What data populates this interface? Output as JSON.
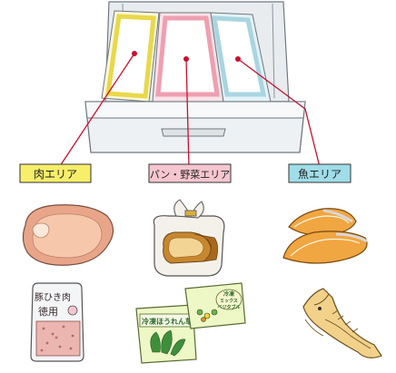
{
  "labels": {
    "meat": "肉エリア",
    "bread_veg": "パン・野菜エリア",
    "fish": "魚エリア"
  },
  "packages": {
    "pork_line1": "豚ひき肉",
    "pork_line2": "徳用",
    "veg_bag": "冷凍ほうれん草",
    "small_pack_line1": "冷凍",
    "small_pack_line2": "ミックス",
    "small_pack_line3": "ベジタブル"
  },
  "colors": {
    "meat_label": "#f7ee6a",
    "bread_label": "#f6c6cf",
    "fish_label": "#9fdde8",
    "pin": "#c8102e",
    "slot_yellow": "#f2e66a",
    "slot_pink": "#f0a9b6",
    "slot_blue": "#b8dde6"
  }
}
